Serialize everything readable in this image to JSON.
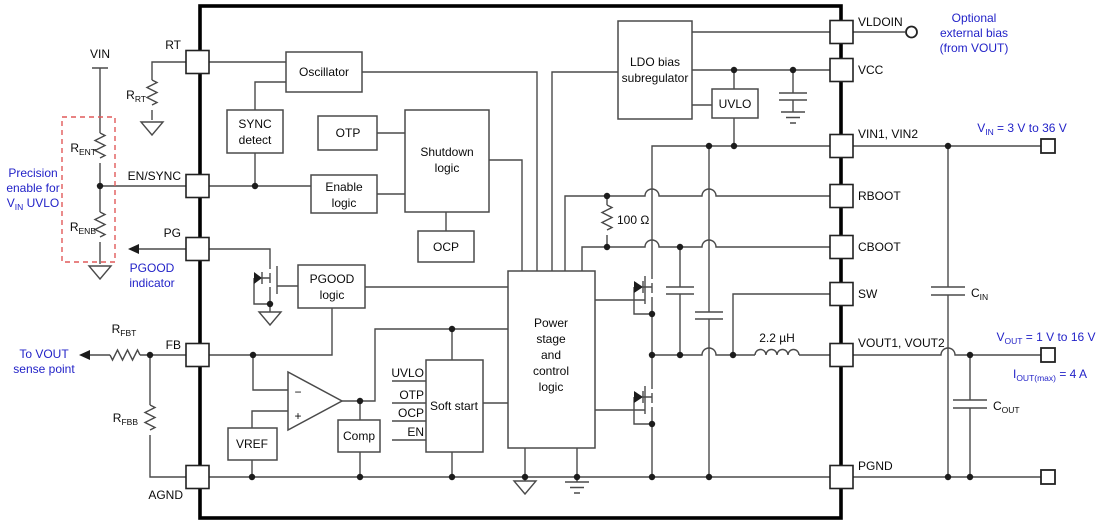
{
  "colors": {
    "wire": "#4a4a4a",
    "annotation_blue": "#2323c8",
    "dashed_red": "#e05a5a",
    "ic_border": "#000000"
  },
  "ic": {
    "pins_left": [
      "RT",
      "EN/SYNC",
      "PG",
      "FB",
      "AGND"
    ],
    "pins_right": [
      "VLDOIN",
      "VCC",
      "VIN1, VIN2",
      "RBOOT",
      "CBOOT",
      "SW",
      "VOUT1, VOUT2",
      "PGND"
    ],
    "blocks": {
      "oscillator": "Oscillator",
      "sync_detect": [
        "SYNC",
        "detect"
      ],
      "otp": "OTP",
      "shutdown": [
        "Shutdown",
        "logic"
      ],
      "enable": [
        "Enable",
        "logic"
      ],
      "ocp": "OCP",
      "pgood": [
        "PGOOD",
        "logic"
      ],
      "ldo": [
        "LDO bias",
        "subregulator"
      ],
      "uvlo": "UVLO",
      "vref": "VREF",
      "comp": "Comp",
      "soft_start": "Soft start",
      "power_stage": [
        "Power",
        "stage",
        "and",
        "control",
        "logic"
      ]
    },
    "soft_start_inputs": [
      "UVLO",
      "OTP",
      "OCP",
      "EN"
    ],
    "opamp": {
      "minus": "−",
      "plus": "+"
    },
    "internal_r": "100 Ω"
  },
  "external": {
    "vin_label": "VIN",
    "inductor": "2.2 µH",
    "r_rt": {
      "p": "R",
      "s": "RT"
    },
    "r_ent": {
      "p": "R",
      "s": "ENT"
    },
    "r_enb": {
      "p": "R",
      "s": "ENB"
    },
    "r_fbt": {
      "p": "R",
      "s": "FBT"
    },
    "r_fbb": {
      "p": "R",
      "s": "FBB"
    },
    "c_in": {
      "p": "C",
      "s": "IN"
    },
    "c_out": {
      "p": "C",
      "s": "OUT"
    }
  },
  "annotations": {
    "precision_enable": {
      "l1": "Precision",
      "l2": "enable for",
      "l3a": "V",
      "l3b": "IN",
      "l3c": " UVLO"
    },
    "pgood_indicator": {
      "l1": "PGOOD",
      "l2": "indicator"
    },
    "vout_sense": {
      "l1": "To VOUT",
      "l2": "sense point"
    },
    "optional_bias": {
      "l1": "Optional",
      "l2": "external bias",
      "l3": "(from VOUT)"
    },
    "vin_range": {
      "a": "V",
      "b": "IN",
      "c": " = 3 V to 36 V"
    },
    "vout_range": {
      "a": "V",
      "b": "OUT",
      "c": " = 1 V to 16 V"
    },
    "iout_max": {
      "a": "I",
      "b": "OUT(max)",
      "c": " = 4 A"
    }
  }
}
